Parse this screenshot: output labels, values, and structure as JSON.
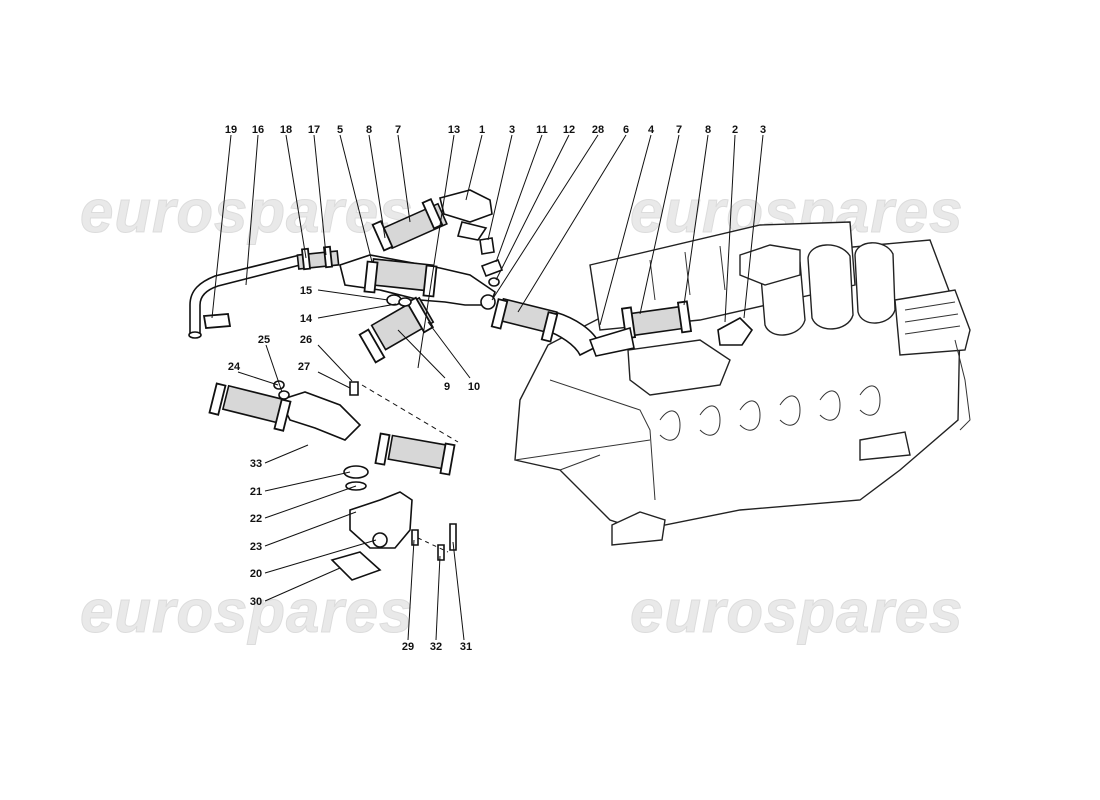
{
  "watermark": {
    "text": "eurospares"
  },
  "callouts": [
    {
      "id": "c19",
      "label": "19"
    },
    {
      "id": "c16",
      "label": "16"
    },
    {
      "id": "c18",
      "label": "18"
    },
    {
      "id": "c17",
      "label": "17"
    },
    {
      "id": "c5",
      "label": "5"
    },
    {
      "id": "c8a",
      "label": "8"
    },
    {
      "id": "c7a",
      "label": "7"
    },
    {
      "id": "c13",
      "label": "13"
    },
    {
      "id": "c1",
      "label": "1"
    },
    {
      "id": "c3a",
      "label": "3"
    },
    {
      "id": "c11",
      "label": "11"
    },
    {
      "id": "c12",
      "label": "12"
    },
    {
      "id": "c28",
      "label": "28"
    },
    {
      "id": "c6",
      "label": "6"
    },
    {
      "id": "c4",
      "label": "4"
    },
    {
      "id": "c7b",
      "label": "7"
    },
    {
      "id": "c8b",
      "label": "8"
    },
    {
      "id": "c2",
      "label": "2"
    },
    {
      "id": "c3b",
      "label": "3"
    },
    {
      "id": "c15",
      "label": "15"
    },
    {
      "id": "c14",
      "label": "14"
    },
    {
      "id": "c26",
      "label": "26"
    },
    {
      "id": "c25",
      "label": "25"
    },
    {
      "id": "c27",
      "label": "27"
    },
    {
      "id": "c24",
      "label": "24"
    },
    {
      "id": "c9",
      "label": "9"
    },
    {
      "id": "c10",
      "label": "10"
    },
    {
      "id": "c33",
      "label": "33"
    },
    {
      "id": "c21",
      "label": "21"
    },
    {
      "id": "c22",
      "label": "22"
    },
    {
      "id": "c23",
      "label": "23"
    },
    {
      "id": "c20",
      "label": "20"
    },
    {
      "id": "c30",
      "label": "30"
    },
    {
      "id": "c29",
      "label": "29"
    },
    {
      "id": "c32",
      "label": "32"
    },
    {
      "id": "c31",
      "label": "31"
    }
  ]
}
